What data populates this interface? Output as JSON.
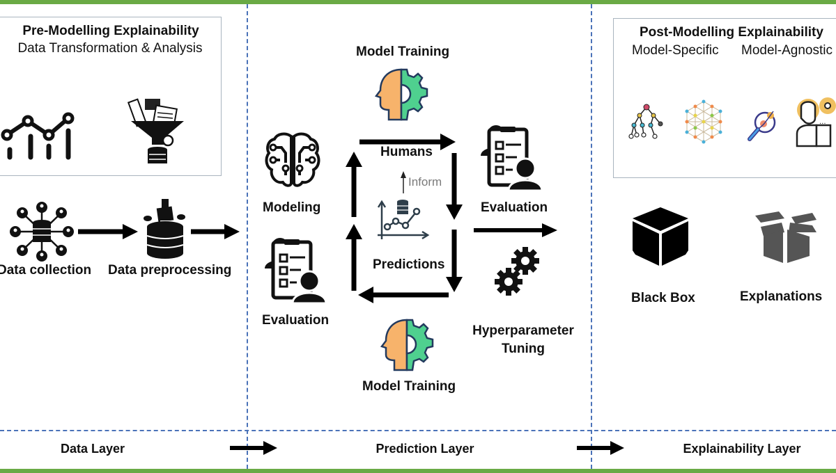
{
  "colors": {
    "band": "#6aaa45",
    "divider": "#4a72b8",
    "head_orange": "#f7b36b",
    "gear_green": "#4fd08f",
    "outline_navy": "#233a5e"
  },
  "data_layer": {
    "box_title": "Pre-Modelling Explainability",
    "box_subtitle": "Data Transformation & Analysis",
    "icons": [
      "line-chart-icon",
      "data-funnel-icon"
    ],
    "steps": [
      {
        "label": "Data collection",
        "icon": "data-network-icon"
      },
      {
        "label": "Data preprocessing",
        "icon": "database-cleaning-icon"
      }
    ],
    "layer_label": "Data Layer"
  },
  "prediction_layer": {
    "model_training_top": "Model Training",
    "modeling": "Modeling",
    "evaluation_left": "Evaluation",
    "humans": "Humans",
    "inform": "Inform",
    "predictions": "Predictions",
    "evaluation_right": "Evaluation",
    "hyperparameter_line1": "Hyperparameter",
    "hyperparameter_line2": "Tuning",
    "model_training_bottom": "Model Training",
    "layer_label": "Prediction Layer"
  },
  "explainability_layer": {
    "box_title": "Post-Modelling Explainability",
    "model_specific": "Model-Specific",
    "model_agnostic": "Model-Agnostic",
    "icons": [
      "decision-tree-icon",
      "neural-network-icon",
      "magnifier-dna-icon",
      "analyst-icon"
    ],
    "black_box": "Black Box",
    "explanations": "Explanations",
    "layer_label": "Explainability Layer"
  }
}
